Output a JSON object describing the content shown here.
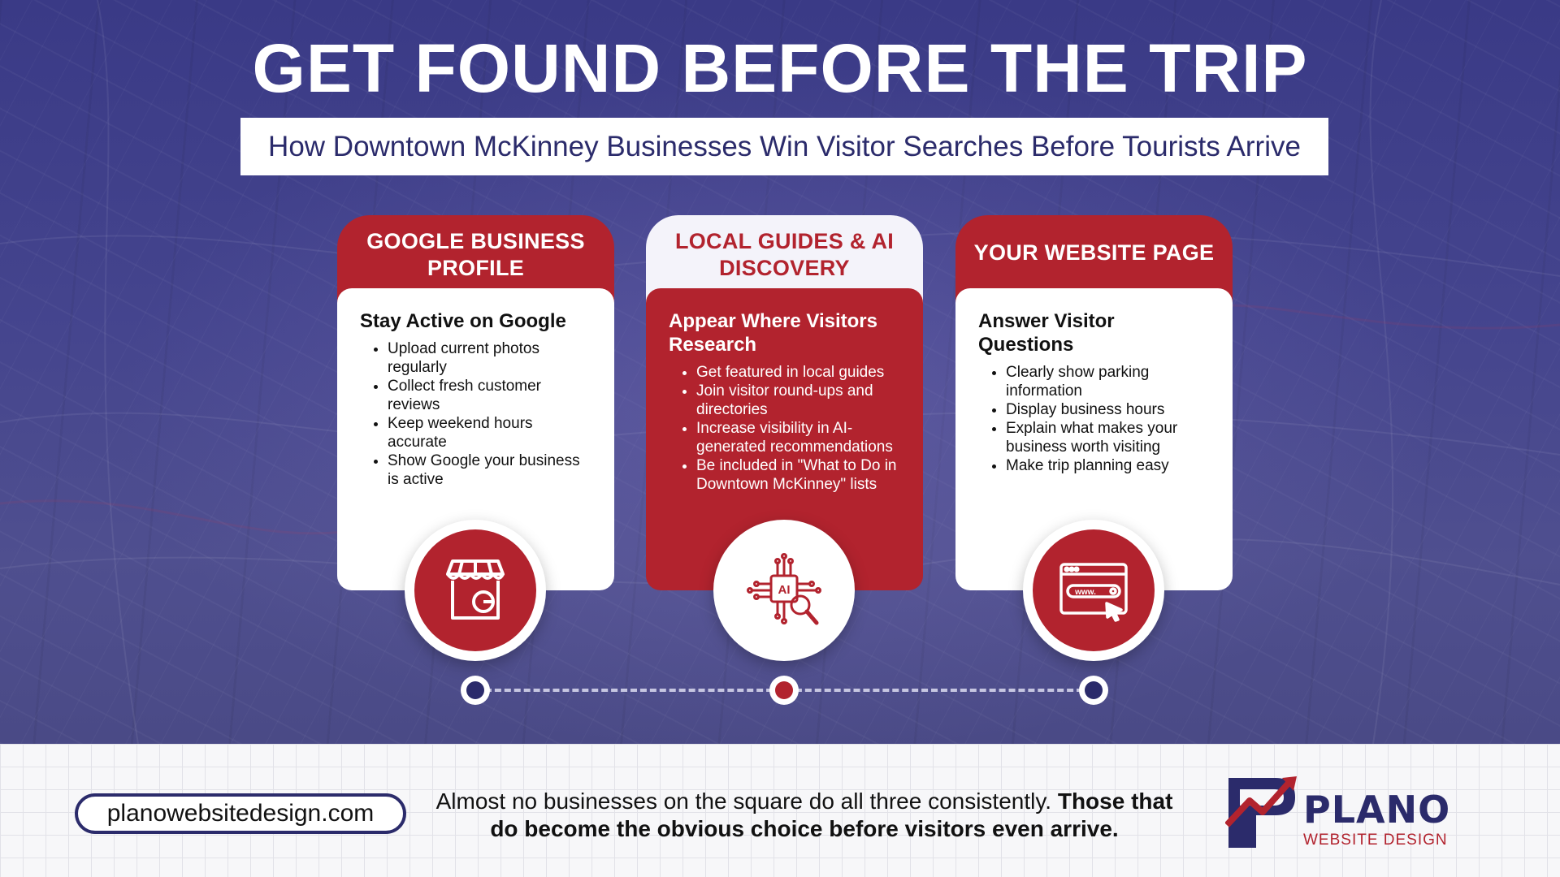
{
  "header": {
    "title": "GET FOUND BEFORE THE TRIP",
    "subtitle": "How Downtown McKinney Businesses Win Visitor Searches Before Tourists Arrive"
  },
  "cards": [
    {
      "tab": "GOOGLE BUSINESS PROFILE",
      "heading": "Stay Active on Google",
      "items": [
        "Upload current photos regularly",
        "Collect fresh customer reviews",
        "Keep weekend hours accurate",
        "Show Google your business is active"
      ],
      "icon": "google-storefront-icon"
    },
    {
      "tab": "LOCAL GUIDES & AI DISCOVERY",
      "heading": "Appear Where Visitors Research",
      "items": [
        "Get featured in local guides",
        "Join visitor round-ups and directories",
        "Increase visibility in AI-generated recommendations",
        "Be included in \"What to Do in Downtown McKinney\" lists"
      ],
      "icon": "ai-chip-search-icon"
    },
    {
      "tab": "YOUR WEBSITE PAGE",
      "heading": "Answer Visitor Questions",
      "items": [
        "Clearly show parking information",
        "Display business hours",
        "Explain what makes your business worth visiting",
        "Make trip planning easy"
      ],
      "icon": "website-browser-icon"
    }
  ],
  "footer": {
    "url": "planowebsitedesign.com",
    "text_regular": "Almost no businesses on the square do all three consistently. ",
    "text_bold": "Those that do become the obvious choice before visitors even arrive.",
    "logo_word": "PLANO",
    "logo_sub": "WEBSITE DESIGN"
  },
  "colors": {
    "brand_red": "#b2232e",
    "brand_navy": "#2b2b6b",
    "background": "#3f3f88"
  }
}
